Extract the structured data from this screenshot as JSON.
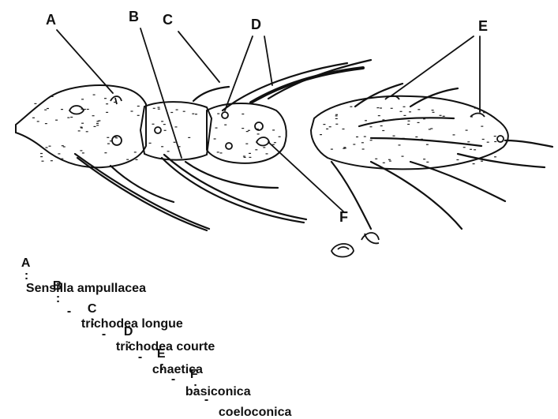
{
  "callouts": {
    "a": "A",
    "b": "B",
    "c": "C",
    "d": "D",
    "e": "E",
    "f": "F"
  },
  "legend": [
    {
      "key": "A",
      "sep": ":",
      "dash": "",
      "term": "Sensilla ampullacea"
    },
    {
      "key": "B",
      "sep": ":",
      "dash": "-",
      "term": "trichodea longue"
    },
    {
      "key": "C",
      "sep": ":",
      "dash": "-",
      "term": "trichodea courte"
    },
    {
      "key": "D",
      "sep": ":",
      "dash": "-",
      "term": "chaetica"
    },
    {
      "key": "E",
      "sep": ":",
      "dash": "-",
      "term": "basiconica"
    },
    {
      "key": "F",
      "sep": ":",
      "dash": "-",
      "term": "coeloconica"
    }
  ]
}
